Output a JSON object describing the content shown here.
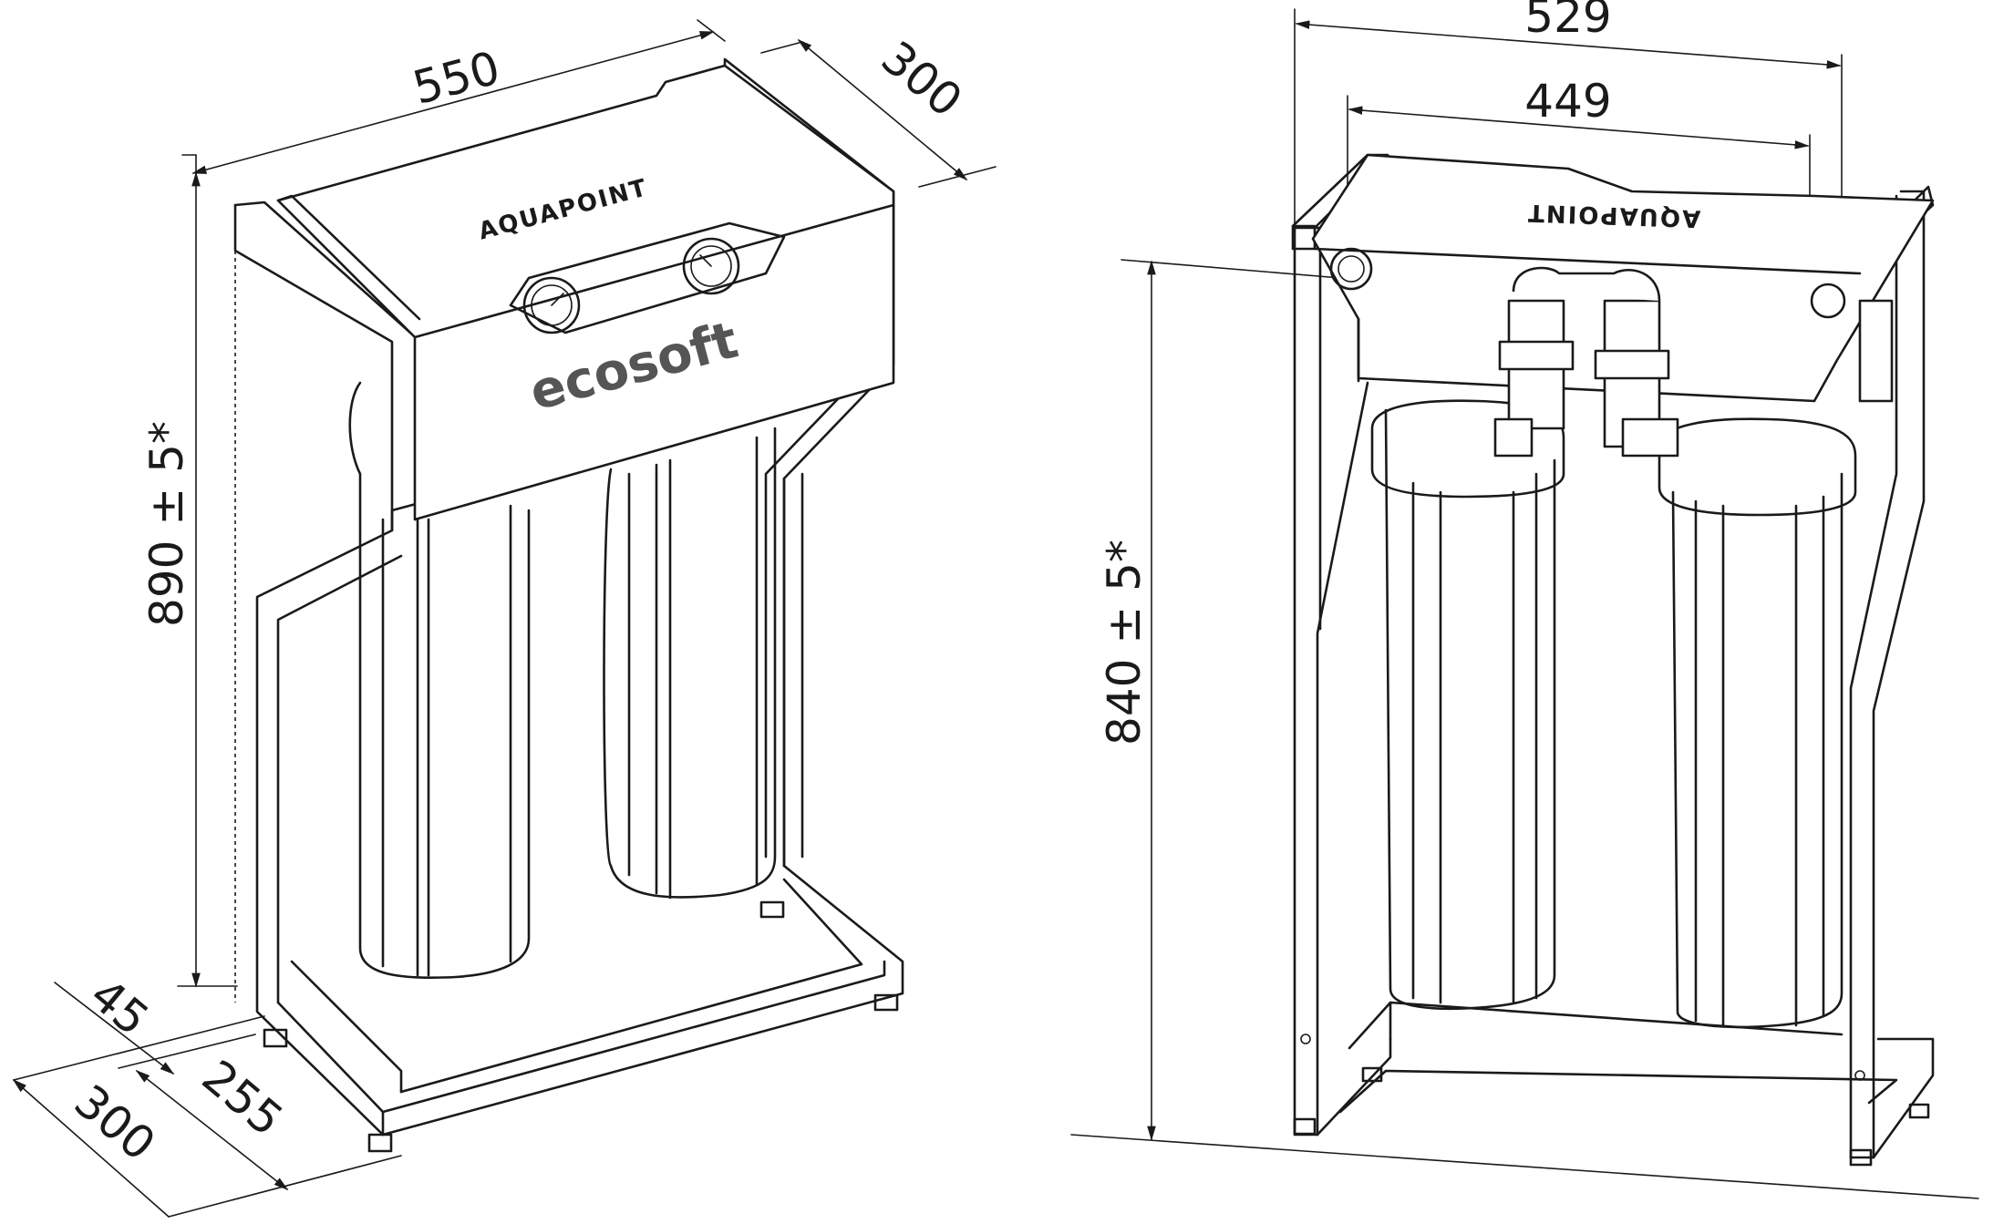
{
  "brand": {
    "panel_logo": "ecosoft",
    "top_logo": "AQUAPOINT"
  },
  "left_view": {
    "width_dim": "550",
    "depth_dim": "300",
    "height_dim": "890 ± 5*",
    "foot_offset_dim": "45",
    "base_depth_dim": "300",
    "inner_depth_dim": "255"
  },
  "right_view": {
    "outer_width_dim": "529",
    "inner_width_dim": "449",
    "height_dim": "840 ± 5*"
  }
}
